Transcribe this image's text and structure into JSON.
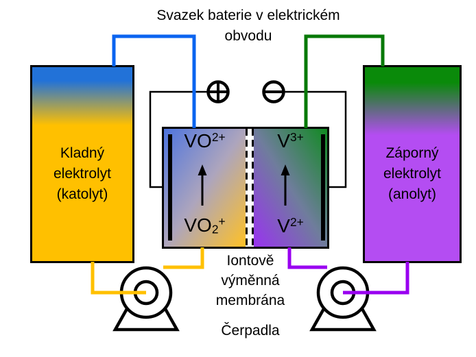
{
  "title": "Svazek baterie v elektrickém\nobvodu",
  "left_tank": {
    "label": "Kladný\nelektrolyt\n(katolyt)"
  },
  "right_tank": {
    "label": "Záporný\nelektrolyt\n(anolyt)"
  },
  "cell": {
    "positive_half": {
      "top_species": {
        "base": "VO",
        "sup": "2+"
      },
      "bottom_species": {
        "base": "VO",
        "sub": "2",
        "sup": "+"
      }
    },
    "negative_half": {
      "top_species": {
        "base": "V",
        "sup": "3+"
      },
      "bottom_species": {
        "base": "V",
        "sup": "2+"
      }
    }
  },
  "labels": {
    "membrane": "Iontově\nvýměnná\nmembrána",
    "pumps": "Čerpadla"
  },
  "terminals": {
    "positive_icon": "plus-in-circle",
    "negative_icon": "minus-in-circle"
  },
  "colors": {
    "wire_blue": "#0B64F0",
    "wire_green": "#087908",
    "wire_yellow": "#FFC000",
    "wire_purple": "#9900F0",
    "tank_blue": "#2272D8",
    "tank_gold": "#FFC000",
    "tank_green": "#0A8A0A",
    "tank_purple": "#B44DF2"
  }
}
